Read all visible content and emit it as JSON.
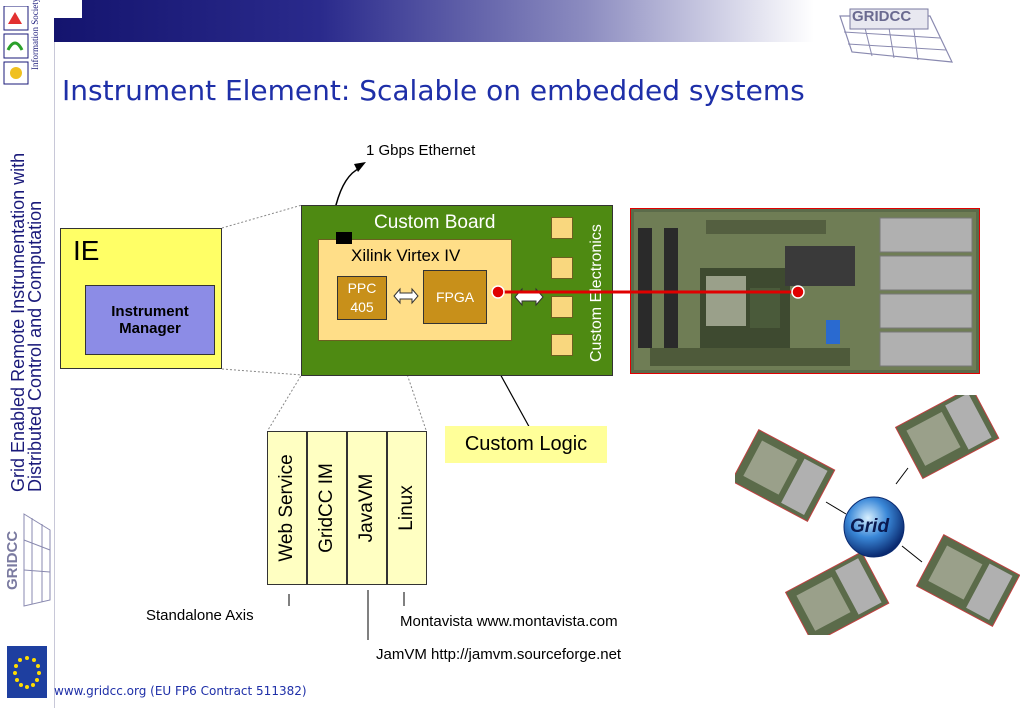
{
  "header": {
    "title": "Instrument Element: Scalable on embedded systems",
    "logo_text": "GRIDCC",
    "ist_logo_text": "Information Society Technologies"
  },
  "sidebar": {
    "vertical_title_line1": "Grid Enabled Remote Instrumentation with",
    "vertical_title_line2": "Distributed Control and Computation",
    "logo_text": "GRIDCC"
  },
  "footer": {
    "url_text": "www.gridcc.org (EU FP6 Contract 511382)"
  },
  "diagram": {
    "ethernet_label": "1 Gbps Ethernet",
    "ie_label": "IE",
    "instrument_manager": "Instrument Manager",
    "custom_board": "Custom Board",
    "xilinx": "Xilink Virtex IV",
    "ppc": "PPC 405",
    "fpga": "FPGA",
    "custom_electronics": "Custom Electronics",
    "custom_logic": "Custom Logic",
    "stack": [
      "Web Service",
      "GridCC IM",
      "JavaVM",
      "Linux"
    ],
    "standalone_axis": "Standalone Axis",
    "montavista": "Montavista www.montavista.com",
    "jamvm": "JamVM http://jamvm.sourceforge.net",
    "grid_label": "Grid"
  },
  "colors": {
    "title_blue": "#1e2fa8",
    "board_green": "#4e8a12",
    "fpga_orange": "#c8901a",
    "highlight_yellow": "#ffff66",
    "manager_blue": "#8c8ce6",
    "link_red": "#e00000"
  }
}
